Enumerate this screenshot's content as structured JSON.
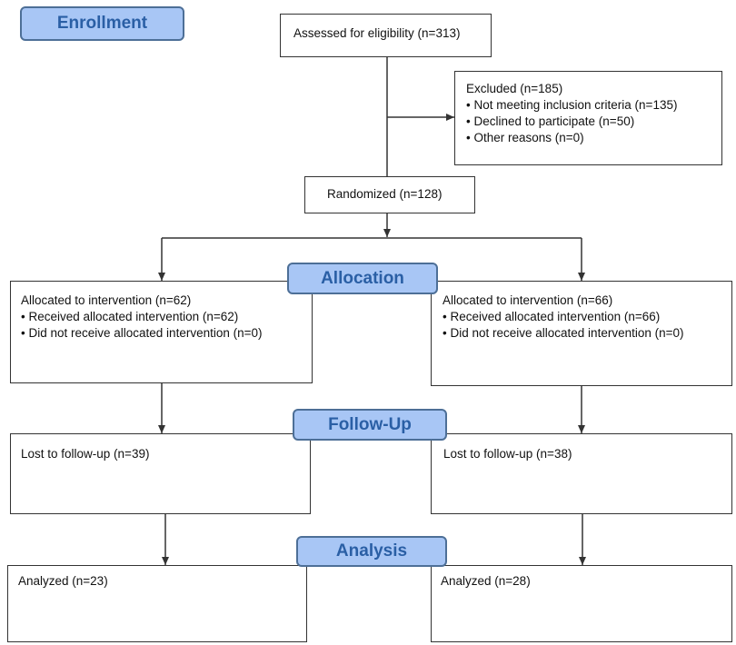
{
  "stages": {
    "enrollment": "Enrollment",
    "allocation": "Allocation",
    "follow_up": "Follow-Up",
    "analysis": "Analysis"
  },
  "assessed": "Assessed for eligibility (n=313)",
  "excluded": {
    "title": "Excluded (n=185)",
    "items": [
      "• Not meeting inclusion criteria (n=135)",
      "• Declined to participate (n=50)",
      "• Other reasons (n=0)"
    ]
  },
  "randomized": "Randomized (n=128)",
  "left": {
    "allocated": "Allocated to intervention (n=62)",
    "received": "• Received allocated intervention (n=62)",
    "not_received": "• Did not receive allocated intervention (n=0)",
    "lost": "Lost to follow-up (n=39)",
    "analyzed": "Analyzed (n=23)"
  },
  "right": {
    "allocated": "Allocated to intervention (n=66)",
    "received": "• Received allocated intervention (n=66)",
    "not_received": "• Did not receive allocated intervention (n=0)",
    "lost": "Lost to follow-up (n=38)",
    "analyzed": "Analyzed (n=28)"
  },
  "colors": {
    "stage_fill": "#a8c6f5",
    "stage_text": "#2a5fa5",
    "stage_border": "#4d6f97",
    "line": "#333333"
  }
}
